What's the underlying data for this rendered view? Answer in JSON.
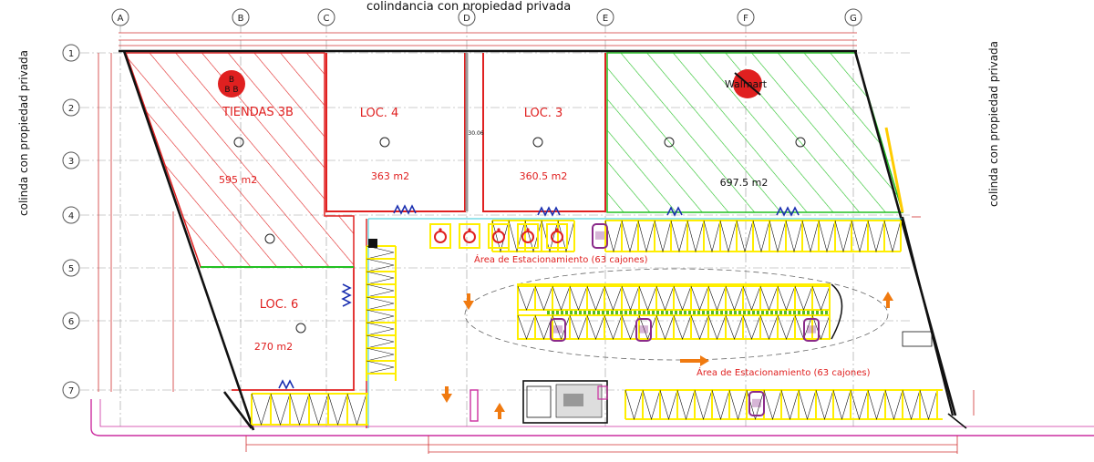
{
  "title_top": "colindancia con propiedad privada",
  "side_left": "colinda con propiedad privada",
  "side_right": "colinda con propiedad privada",
  "grid_columns": [
    "A",
    "B",
    "C",
    "D",
    "E",
    "F",
    "G"
  ],
  "grid_rows": [
    "1",
    "2",
    "3",
    "4",
    "5",
    "6",
    "7"
  ],
  "units": [
    {
      "name": "TIENDAS 3B",
      "area": "595 m2"
    },
    {
      "name": "LOC. 4",
      "area": "363 m2"
    },
    {
      "name": "LOC. 3",
      "area": "360.5 m2"
    },
    {
      "name": "",
      "area": "697.5 m2"
    },
    {
      "name": "LOC. 6",
      "area": "270 m2"
    }
  ],
  "bbb_logo": "B\nB B",
  "walmart_logo": "Walmart",
  "dim_center": "30.06",
  "parking_labels": [
    "Área de Estacionamiento (63 cajones)",
    "Área de Estacionamiento (63 cajones)"
  ],
  "colors": {
    "red": "#e02020",
    "green": "#22c022",
    "yellow": "#ffee00",
    "blue": "#1a2fb0",
    "orange": "#f07a10",
    "purple": "#8a2a8a",
    "magenta": "#cc2ea0",
    "cyan": "#30c8d8"
  }
}
